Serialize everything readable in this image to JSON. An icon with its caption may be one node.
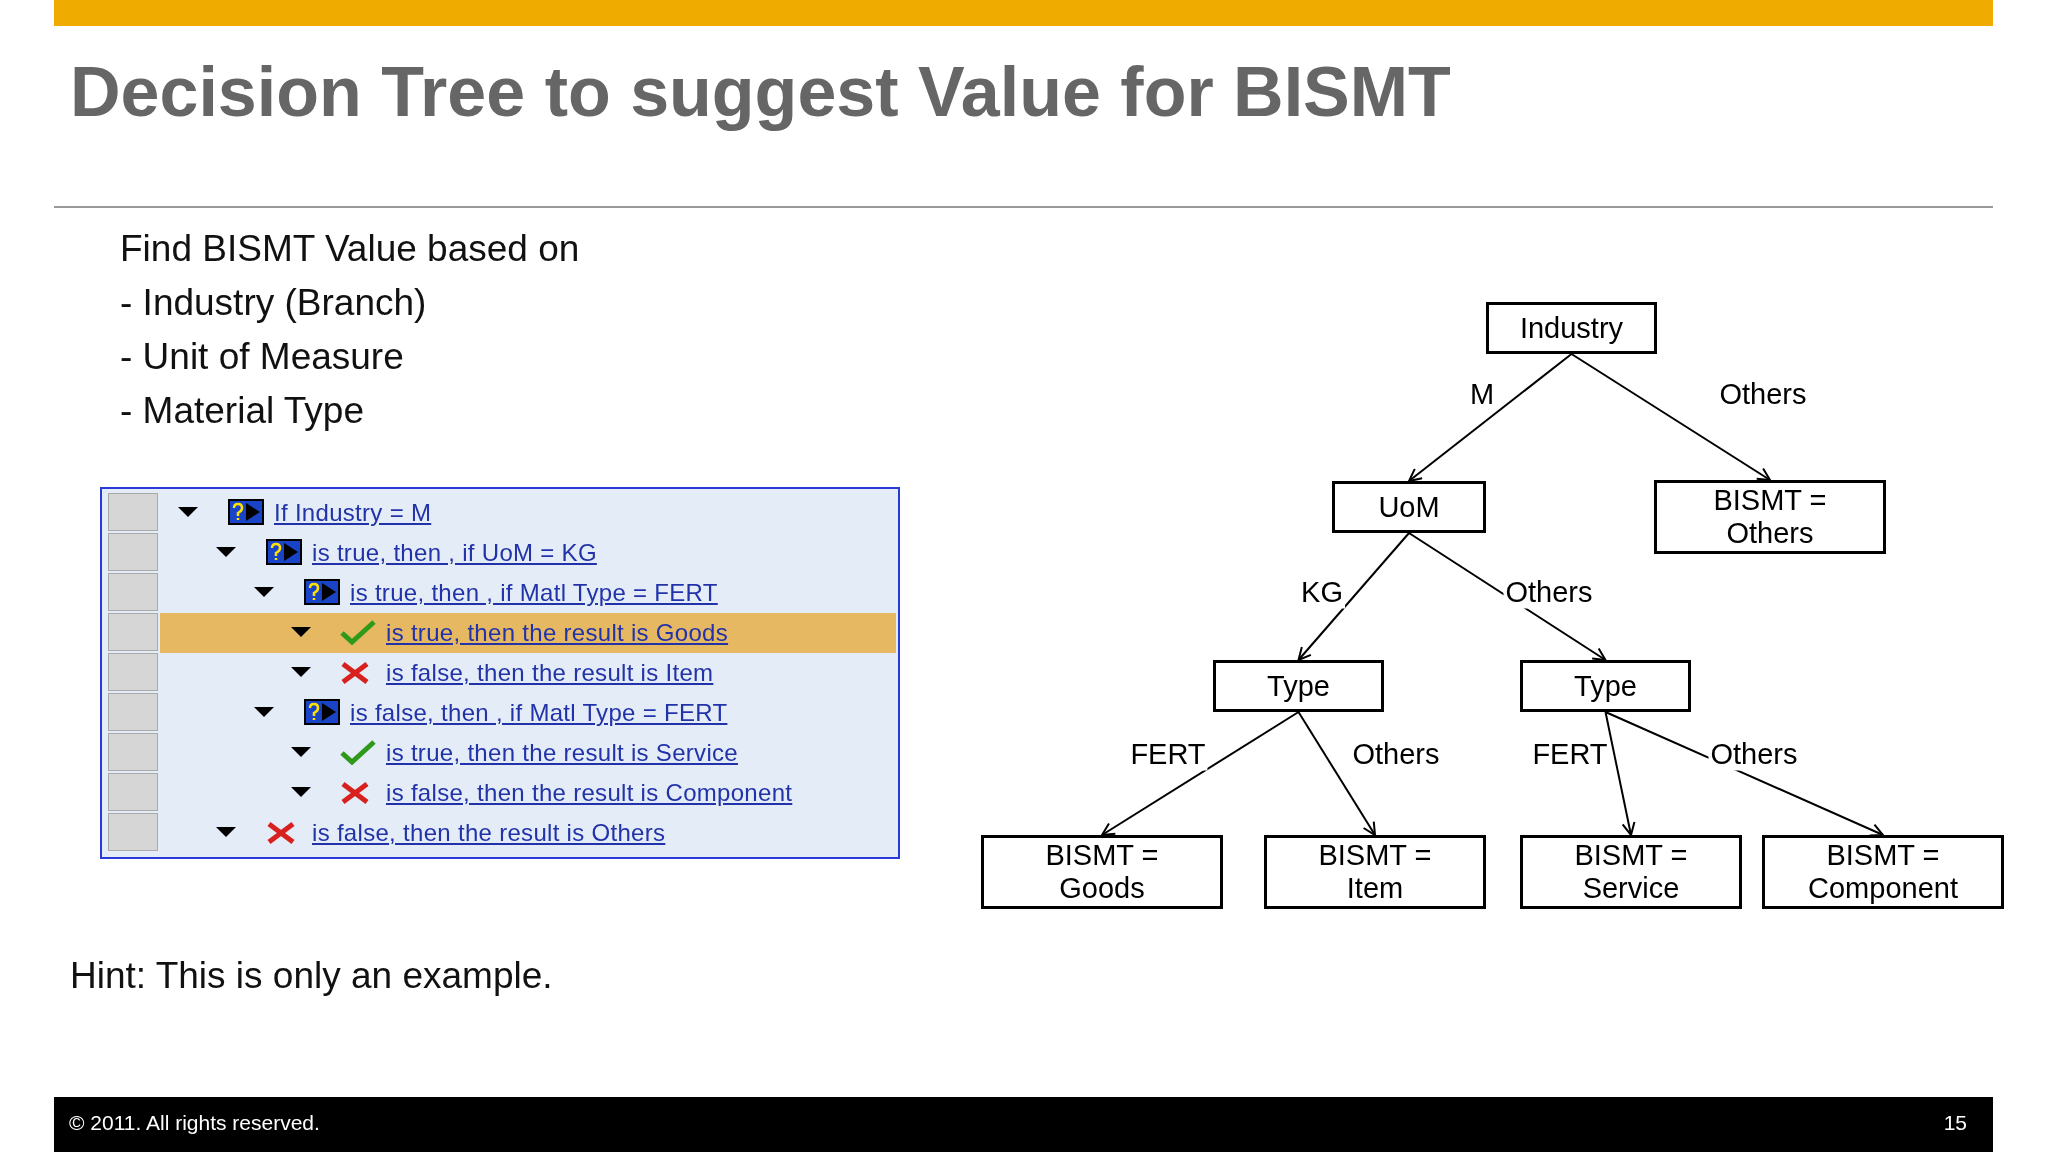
{
  "diagram": {
    "title": "Decision Tree to suggest Value for BISMT",
    "nodes": [
      {
        "text": [
          "Industry"
        ]
      },
      {
        "text": [
          "UoM"
        ]
      },
      {
        "text": [
          "BISMT = Others"
        ]
      },
      {
        "text": [
          "Type"
        ]
      },
      {
        "text": [
          "Type"
        ]
      },
      {
        "text": [
          "BISMT = Goods"
        ]
      },
      {
        "text": [
          "BISMT = Item"
        ]
      },
      {
        "text": [
          "BISMT = Service"
        ]
      },
      {
        "text": [
          "BISMT = Component"
        ]
      }
    ],
    "edges": [
      {
        "from": 0,
        "to": 1,
        "arrow": "to",
        "label": "M"
      },
      {
        "from": 0,
        "to": 2,
        "arrow": "to",
        "label": "Others"
      },
      {
        "from": 1,
        "to": 3,
        "arrow": "to",
        "label": "KG"
      },
      {
        "from": 1,
        "to": 4,
        "arrow": "to",
        "label": "Others"
      },
      {
        "from": 3,
        "to": 5,
        "arrow": "to",
        "label": "FERT"
      },
      {
        "from": 3,
        "to": 6,
        "arrow": "to",
        "label": "Others"
      },
      {
        "from": 4,
        "to": 7,
        "arrow": "to",
        "label": "FERT"
      },
      {
        "from": 4,
        "to": 8,
        "arrow": "to",
        "label": "Others"
      }
    ],
    "labels": [
      "Find BISMT Value based on",
      "- Industry (Branch)",
      "- Unit of Measure",
      "- Material Type",
      "If Industry = M",
      "is true, then , if UoM = KG",
      "is true, then , if Matl Type = FERT",
      "is true, then the result is Goods",
      "is false, then the result is Item",
      "is false, then , if Matl Type = FERT",
      "is true, then the result is Service",
      "is false, then the result is Component",
      "is false, then the result is Others",
      "Hint: This is only an example.",
      "© 2011. All rights reserved.",
      "15"
    ]
  }
}
